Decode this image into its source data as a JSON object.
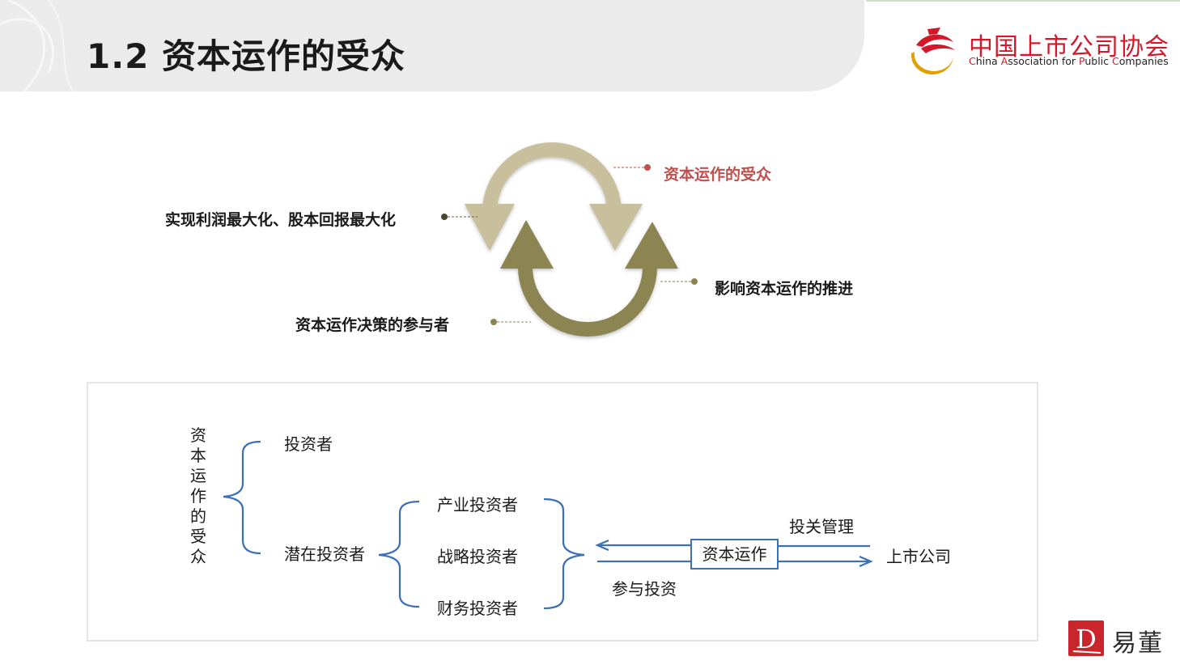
{
  "slide": {
    "title": "1.2 资本运作的受众"
  },
  "logo": {
    "cn": "中国上市公司协会",
    "en_parts": [
      "C",
      "hina ",
      "A",
      "ssociation for ",
      "P",
      "ublic ",
      "C",
      "ompanies"
    ]
  },
  "cycle": {
    "labels": {
      "audience": "资本运作的受众",
      "goal": "实现利润最大化、股本回报最大化",
      "influence": "影响资本运作的推进",
      "participants": "资本运作决策的参与者"
    },
    "colors": {
      "upper_arrow": "#c8c09c",
      "lower_arrow": "#8c8551",
      "audience_text": "#c0504d"
    }
  },
  "diagram": {
    "root": "资本运作的受众",
    "branch_investor": "投资者",
    "branch_potential": "潜在投资者",
    "sub_investors": [
      "产业投资者",
      "战略投资者",
      "财务投资者"
    ],
    "box": "资本运作",
    "participate": "参与投资",
    "ir": "投关管理",
    "company": "上市公司",
    "line_color": "#3b6fb6"
  },
  "brand": {
    "name": "易董",
    "icon_letter": "D"
  }
}
